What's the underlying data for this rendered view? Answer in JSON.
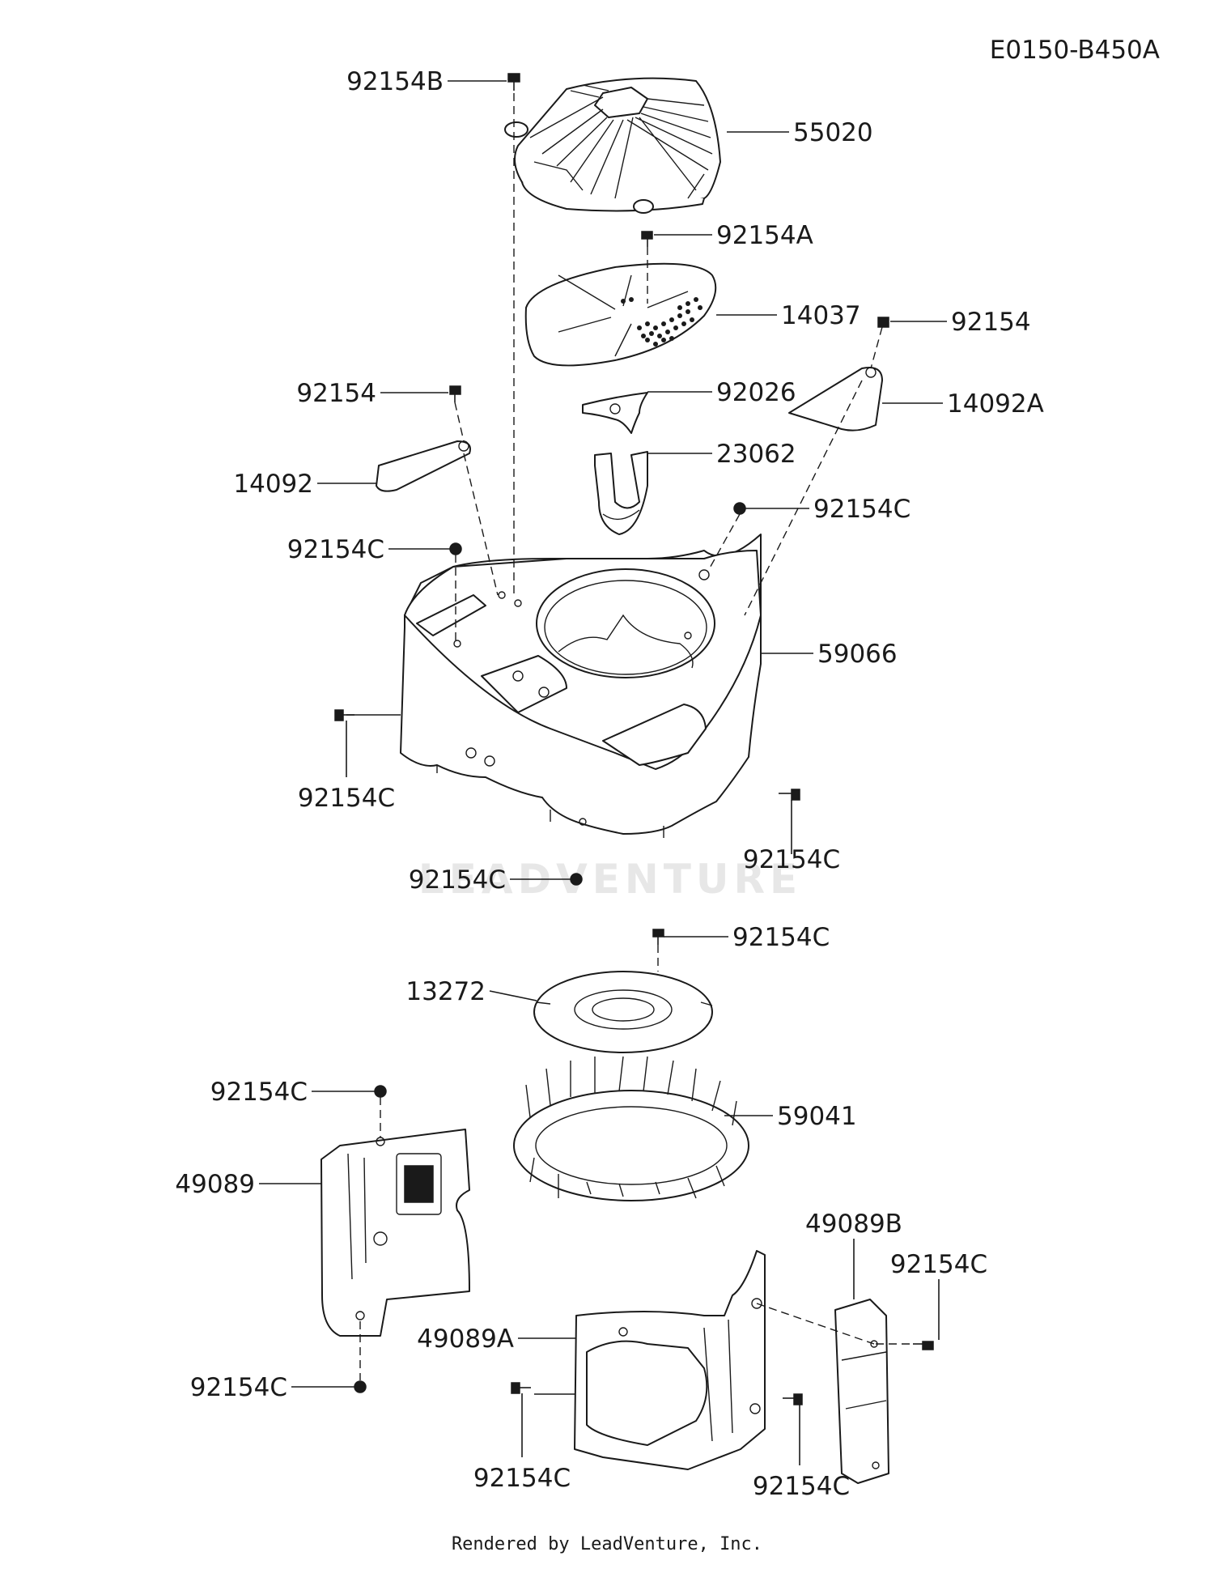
{
  "diagram_code": "E0150-B450A",
  "footer": "Rendered by LeadVenture, Inc.",
  "watermark": "LEADVENTURE",
  "parts": [
    {
      "id": "92154B"
    },
    {
      "id": "55020"
    },
    {
      "id": "92154A"
    },
    {
      "id": "14037"
    },
    {
      "id": "92154"
    },
    {
      "id": "14092A"
    },
    {
      "id": "92154"
    },
    {
      "id": "92026"
    },
    {
      "id": "14092"
    },
    {
      "id": "23062"
    },
    {
      "id": "92154C"
    },
    {
      "id": "92154C"
    },
    {
      "id": "59066"
    },
    {
      "id": "92154C"
    },
    {
      "id": "92154C"
    },
    {
      "id": "92154C"
    },
    {
      "id": "92154C"
    },
    {
      "id": "13272"
    },
    {
      "id": "59041"
    },
    {
      "id": "92154C"
    },
    {
      "id": "49089"
    },
    {
      "id": "49089B"
    },
    {
      "id": "92154C"
    },
    {
      "id": "49089A"
    },
    {
      "id": "92154C"
    },
    {
      "id": "92154C"
    },
    {
      "id": "92154C"
    }
  ]
}
